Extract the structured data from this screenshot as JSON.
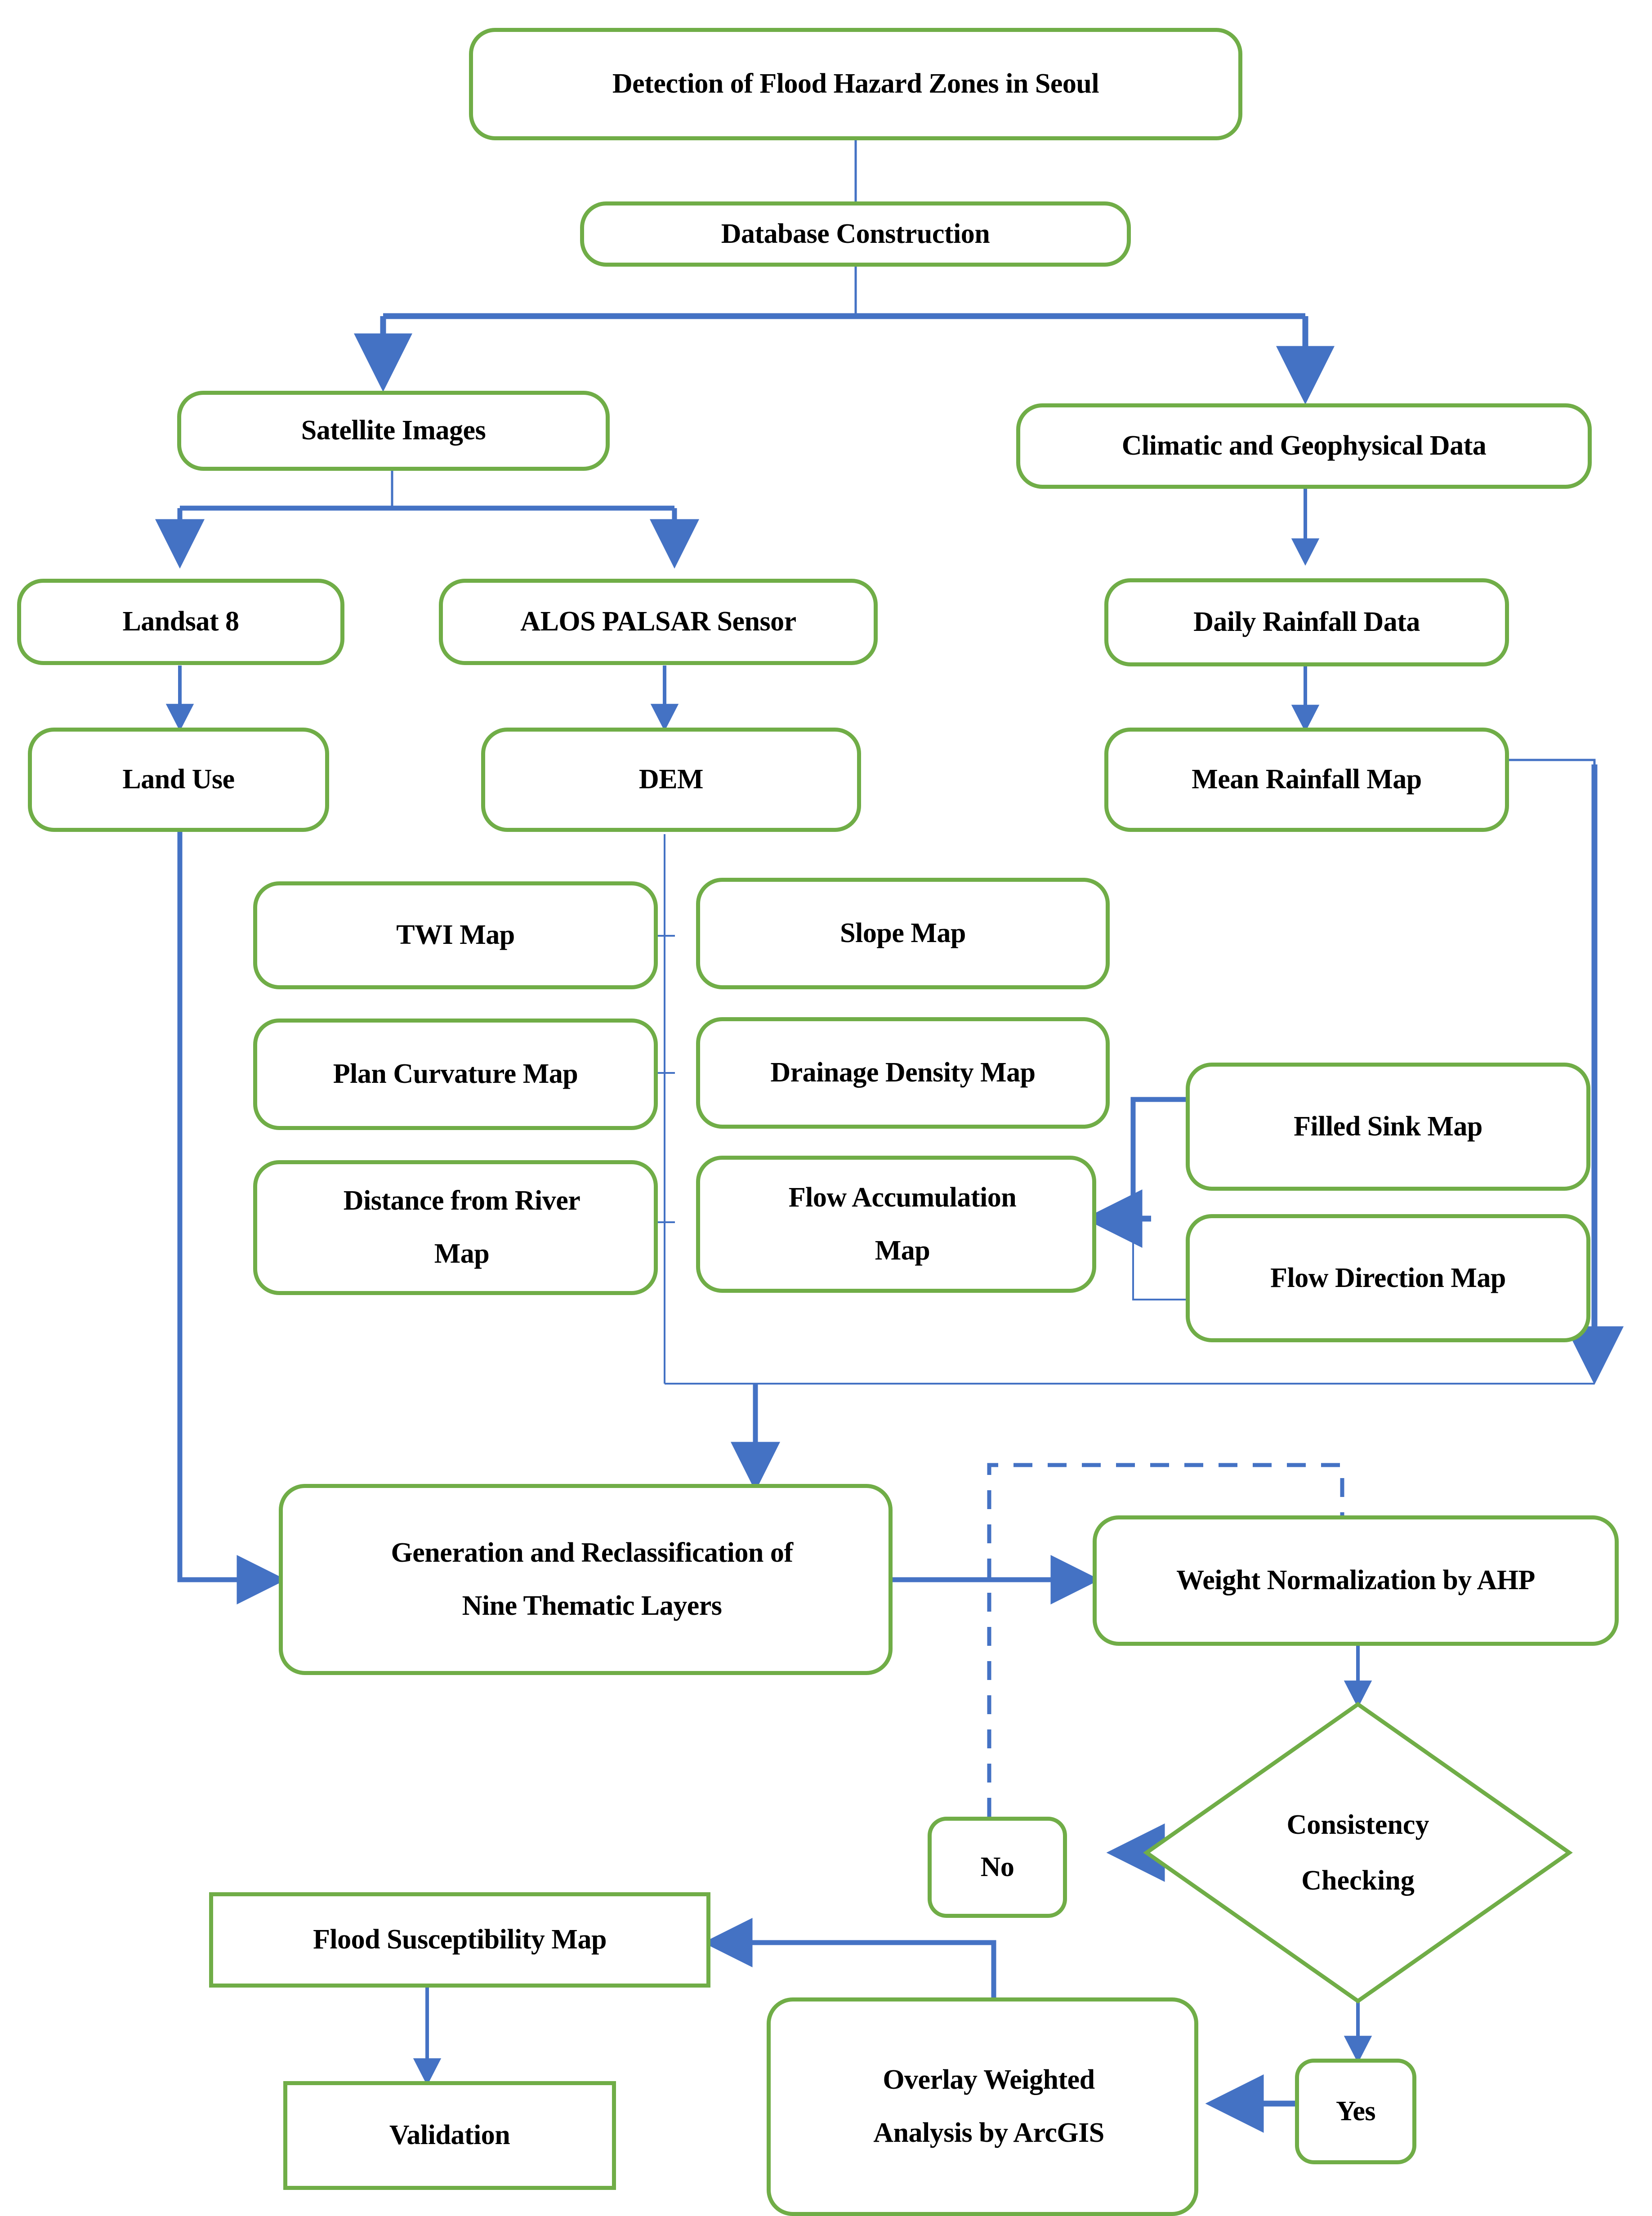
{
  "theme": {
    "node_border_color": "#70AD47",
    "connector_color": "#4472C4",
    "text_color": "#000000",
    "background": "#ffffff"
  },
  "diagram": {
    "type": "flowchart",
    "title": "Detection of Flood Hazard Zones in Seoul",
    "nodes": [
      {
        "id": "title",
        "label": "Detection of Flood Hazard Zones in Seoul",
        "shape": "rounded-rect"
      },
      {
        "id": "database",
        "label": "Database Construction",
        "shape": "rounded-rect"
      },
      {
        "id": "satellite",
        "label": "Satellite Images",
        "shape": "rounded-rect"
      },
      {
        "id": "climatic",
        "label": "Climatic and Geophysical Data",
        "shape": "rounded-rect"
      },
      {
        "id": "landsat",
        "label": "Landsat 8",
        "shape": "rounded-rect"
      },
      {
        "id": "alos",
        "label": "ALOS PALSAR Sensor",
        "shape": "rounded-rect"
      },
      {
        "id": "rainfall_daily",
        "label": "Daily Rainfall Data",
        "shape": "rounded-rect"
      },
      {
        "id": "landuse",
        "label": "Land Use",
        "shape": "rounded-rect"
      },
      {
        "id": "dem",
        "label": "DEM",
        "shape": "rounded-rect"
      },
      {
        "id": "rainfall_mean",
        "label": "Mean Rainfall Map",
        "shape": "rounded-rect"
      },
      {
        "id": "twi",
        "label": "TWI Map",
        "shape": "rounded-rect"
      },
      {
        "id": "slope",
        "label": "Slope Map",
        "shape": "rounded-rect"
      },
      {
        "id": "plan_curvature",
        "label": "Plan Curvature Map",
        "shape": "rounded-rect"
      },
      {
        "id": "drainage",
        "label": "Drainage Density Map",
        "shape": "rounded-rect"
      },
      {
        "id": "distance_river",
        "label": "Distance from River Map",
        "shape": "rounded-rect"
      },
      {
        "id": "flow_accum",
        "label": "Flow Accumulation Map",
        "shape": "rounded-rect"
      },
      {
        "id": "filled_sink",
        "label": "Filled Sink Map",
        "shape": "rounded-rect"
      },
      {
        "id": "flow_direction",
        "label": "Flow Direction Map",
        "shape": "rounded-rect"
      },
      {
        "id": "generation",
        "label": "Generation and Reclassification of Nine Thematic Layers",
        "shape": "rounded-rect"
      },
      {
        "id": "weight_ahp",
        "label": "Weight Normalization by AHP",
        "shape": "rounded-rect"
      },
      {
        "id": "consistency",
        "label": "Consistency Checking",
        "shape": "diamond"
      },
      {
        "id": "no",
        "label": "No",
        "shape": "rounded-rect"
      },
      {
        "id": "yes",
        "label": "Yes",
        "shape": "rounded-rect"
      },
      {
        "id": "flood_map",
        "label": "Flood Susceptibility Map",
        "shape": "rect"
      },
      {
        "id": "validation",
        "label": "Validation",
        "shape": "rect"
      },
      {
        "id": "overlay",
        "label": "Overlay Weighted Analysis by ArcGIS",
        "shape": "rounded-rect"
      }
    ],
    "node_labels": {
      "title": "Detection of Flood Hazard Zones in Seoul",
      "database": "Database Construction",
      "satellite": "Satellite Images",
      "climatic": "Climatic and Geophysical Data",
      "landsat": "Landsat 8",
      "alos": "ALOS PALSAR Sensor",
      "rainfall_daily": "Daily Rainfall Data",
      "landuse": "Land Use",
      "dem": "DEM",
      "rainfall_mean": "Mean Rainfall Map",
      "twi": "TWI Map",
      "slope": "Slope Map",
      "plan_curvature": "Plan Curvature Map",
      "drainage": "Drainage Density Map",
      "distance_river_line1": "Distance from River",
      "distance_river_line2": "Map",
      "flow_accum_line1": "Flow Accumulation",
      "flow_accum_line2": "Map",
      "filled_sink": "Filled Sink Map",
      "flow_direction": "Flow Direction Map",
      "generation_line1": "Generation and Reclassification of",
      "generation_line2": "Nine Thematic Layers",
      "weight_ahp": "Weight Normalization by AHP",
      "consistency_line1": "Consistency",
      "consistency_line2": "Checking",
      "no": "No",
      "yes": "Yes",
      "flood_map": "Flood Susceptibility Map",
      "validation": "Validation",
      "overlay_line1": "Overlay Weighted",
      "overlay_line2": "Analysis by ArcGIS"
    },
    "edges": [
      {
        "from": "title",
        "to": "database",
        "style": "solid",
        "arrow": false
      },
      {
        "from": "database",
        "to": "satellite",
        "style": "solid",
        "arrow": true
      },
      {
        "from": "database",
        "to": "climatic",
        "style": "solid",
        "arrow": true
      },
      {
        "from": "satellite",
        "to": "landsat",
        "style": "solid",
        "arrow": true
      },
      {
        "from": "satellite",
        "to": "alos",
        "style": "solid",
        "arrow": true
      },
      {
        "from": "climatic",
        "to": "rainfall_daily",
        "style": "solid",
        "arrow": true
      },
      {
        "from": "landsat",
        "to": "landuse",
        "style": "solid",
        "arrow": true
      },
      {
        "from": "alos",
        "to": "dem",
        "style": "solid",
        "arrow": true
      },
      {
        "from": "rainfall_daily",
        "to": "rainfall_mean",
        "style": "solid",
        "arrow": true
      },
      {
        "from": "dem",
        "to": "twi",
        "style": "solid",
        "arrow": false
      },
      {
        "from": "dem",
        "to": "slope",
        "style": "solid",
        "arrow": false
      },
      {
        "from": "dem",
        "to": "plan_curvature",
        "style": "solid",
        "arrow": false
      },
      {
        "from": "dem",
        "to": "drainage",
        "style": "solid",
        "arrow": false
      },
      {
        "from": "dem",
        "to": "distance_river",
        "style": "solid",
        "arrow": false
      },
      {
        "from": "dem",
        "to": "flow_accum",
        "style": "solid",
        "arrow": false
      },
      {
        "from": "filled_sink",
        "to": "flow_accum",
        "style": "solid",
        "arrow": true
      },
      {
        "from": "flow_direction",
        "to": "flow_accum",
        "style": "solid",
        "arrow": true
      },
      {
        "from": "rainfall_mean",
        "to": "generation",
        "style": "solid",
        "arrow": true
      },
      {
        "from": "landuse",
        "to": "generation",
        "style": "solid",
        "arrow": true
      },
      {
        "from": "dem",
        "to": "generation",
        "style": "solid",
        "arrow": true
      },
      {
        "from": "generation",
        "to": "weight_ahp",
        "style": "solid",
        "arrow": true
      },
      {
        "from": "weight_ahp",
        "to": "consistency",
        "style": "solid",
        "arrow": true
      },
      {
        "from": "consistency",
        "to": "no",
        "style": "solid",
        "arrow": true,
        "label": "No"
      },
      {
        "from": "consistency",
        "to": "yes",
        "style": "solid",
        "arrow": true,
        "label": "Yes"
      },
      {
        "from": "no",
        "to": "weight_ahp",
        "style": "dashed",
        "arrow": false
      },
      {
        "from": "yes",
        "to": "overlay",
        "style": "solid",
        "arrow": true
      },
      {
        "from": "overlay",
        "to": "flood_map",
        "style": "solid",
        "arrow": true
      },
      {
        "from": "flood_map",
        "to": "validation",
        "style": "solid",
        "arrow": true
      }
    ]
  }
}
